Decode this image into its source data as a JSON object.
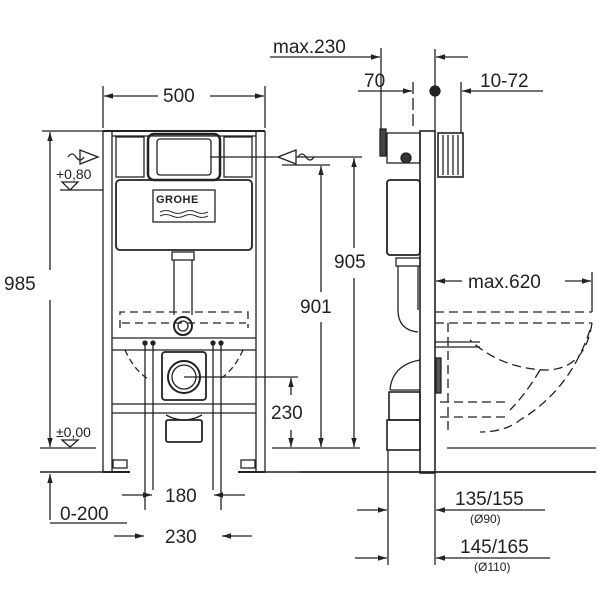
{
  "diagram": {
    "type": "technical-installation-drawing",
    "subject": "Wall-hung WC installation frame with concealed cistern",
    "brand_logo": "GROHE",
    "front_view": {
      "dimensions": {
        "frame_width": "500",
        "frame_height": "985",
        "water_supply_offset": "+0,80",
        "floor_level": "±0,00",
        "floor_adjust": "0-200",
        "bolt_spacing_inner": "180",
        "bolt_spacing_outer": "230",
        "drain_height": "230",
        "inlet_height_a": "901",
        "inlet_height_b": "905"
      }
    },
    "side_view": {
      "dimensions": {
        "max_depth": "max.230",
        "cistern_offset": "70",
        "wall_thickness": "10-72",
        "bowl_projection": "max.620",
        "drain_90_a": "135/155",
        "drain_90_b": "(Ø90)",
        "drain_110_a": "145/165",
        "drain_110_b": "(Ø110)"
      }
    },
    "icons": [
      "water-inlet-arrow-icon",
      "level-triangle-icon",
      "flush-plate-icon",
      "grohe-logo-icon"
    ]
  }
}
